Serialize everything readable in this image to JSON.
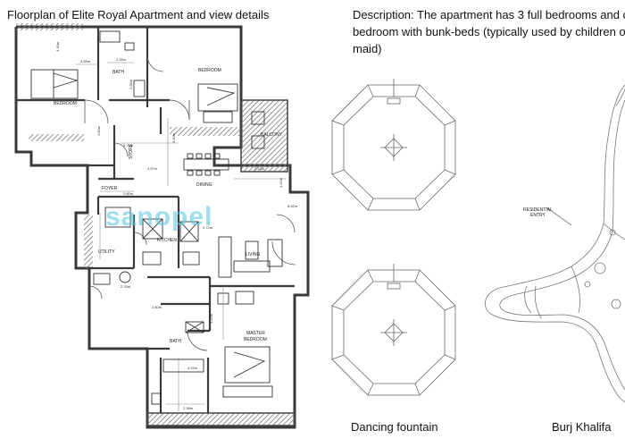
{
  "title": "Floorplan of Elite Royal Apartment and view details",
  "description": {
    "line1": "Description: The apartment has 3 full bedrooms and o",
    "line2": "bedroom with bunk-beds (typically used by children o",
    "line3": "maid)"
  },
  "captions": {
    "fountain": "Dancing fountain",
    "khalifa": "Burj Khalifa"
  },
  "rooms": {
    "bedroom_left": "BEDROOM",
    "bath_top": "BATH",
    "bedroom_right": "BEDROOM",
    "balcony": "BALCONY",
    "store": "STORE",
    "dining": "DINING",
    "foyer": "FOYER",
    "utility": "UTILITY",
    "kitchen": "KITCHEN",
    "living": "LIVING",
    "bath_bottom": "BATH",
    "master_bedroom_1": "MASTER",
    "master_bedroom_2": "BEDROOM",
    "residential_entry_1": "RESIDENTIAL",
    "residential_entry_2": "ENTRY"
  },
  "dimensions": {
    "d1": "4.30m",
    "d2": "3.05m",
    "d3": "2.45m",
    "d4": "2.85m",
    "d5": "3.50m",
    "d6": "4.57m",
    "d7": "2.15m",
    "d8": "1.42m",
    "d9": "2.80m",
    "d10": "6.52m",
    "d11": "2.72m",
    "d12": "2.25m",
    "d13": "2.80m",
    "d14": "4.22m",
    "d15": "4.22m",
    "d16": "2.38m",
    "d17": "1.80m",
    "d18": "3.75m"
  },
  "watermark": "sanopel",
  "colors": {
    "wall": "#3a3a3a",
    "hatch": "#8a8a8a",
    "watermark": "#5fc8e0",
    "line": "#777777"
  }
}
